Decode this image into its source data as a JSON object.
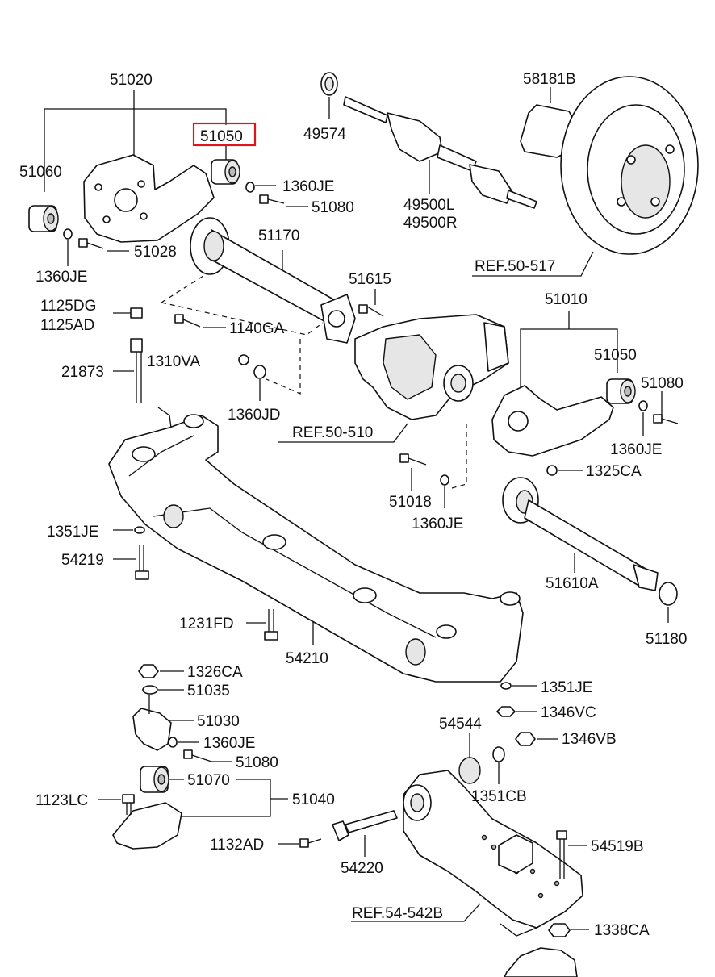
{
  "diagram": {
    "highlight_color": "#e0151b",
    "labels": {
      "p51020": "51020",
      "p51050_top": "51050",
      "p51060": "51060",
      "p1360je_a": "1360JE",
      "p51080_a": "51080",
      "p1360je_b": "1360JE",
      "p51028": "51028",
      "p49574": "49574",
      "p49500l": "49500L",
      "p49500r": "49500R",
      "p58181b": "58181B",
      "ref50517": "REF.50-517",
      "p51170": "51170",
      "p51615": "51615",
      "p1125dg": "1125DG",
      "p1125ad": "1125AD",
      "p1140ga": "1140GA",
      "p21873": "21873",
      "p1310va": "1310VA",
      "p1360jd": "1360JD",
      "ref50510": "REF.50-510",
      "p51010": "51010",
      "p51050_mid": "51050",
      "p51080_b": "51080",
      "p1360je_c": "1360JE",
      "p1325ca": "1325CA",
      "p51018": "51018",
      "p1360je_d": "1360JE",
      "p1351je_a": "1351JE",
      "p54219": "54219",
      "p51610a": "51610A",
      "p51180": "51180",
      "p1231fd": "1231FD",
      "p54210": "54210",
      "p1326ca": "1326CA",
      "p51035": "51035",
      "p1351je_b": "1351JE",
      "p1346vc": "1346VC",
      "p51030": "51030",
      "p54544": "54544",
      "p1346vb": "1346VB",
      "p1360je_e": "1360JE",
      "p51080_c": "51080",
      "p51070": "51070",
      "p1351cb": "1351CB",
      "p1123lc": "1123LC",
      "p51040": "51040",
      "p1132ad": "1132AD",
      "p54519b": "54519B",
      "p54220": "54220",
      "ref54542b": "REF.54-542B",
      "p1338ca": "1338CA"
    }
  }
}
